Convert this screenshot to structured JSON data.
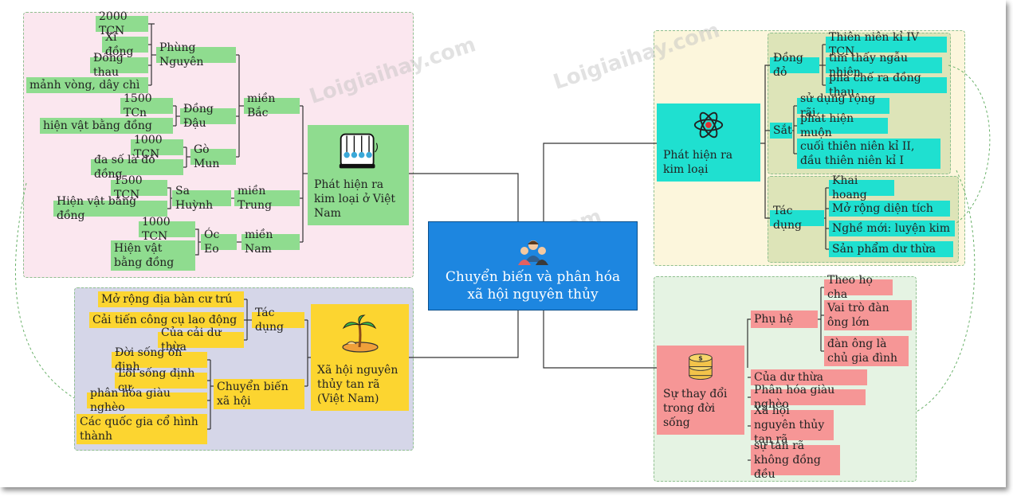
{
  "central": {
    "label": "Chuyển biến và phân hóa xã hội nguyên thủy",
    "icon": "people-icon"
  },
  "watermarks": [
    "Loigiaihay.com",
    "Loigiaihay.com",
    "Loigiaihay.com"
  ],
  "colors": {
    "green": "#8fdc8f",
    "yellow": "#fcd530",
    "cyan": "#1fe0d0",
    "pink": "#f69696",
    "central": "#1d86e0"
  },
  "metal_vn": {
    "label": "Phát hiện ra kim loại ở Việt Nam",
    "icon": "newton-cradle-icon",
    "mien_bac": {
      "label": "miền Bắc",
      "phung_nguyen": {
        "label": "Phùng Nguyên",
        "items": [
          "2000 TCN",
          "Xỉ đồng",
          "Đồng thau",
          "mảnh vòng, dây chì"
        ]
      },
      "dong_dau": {
        "label": "Đồng Đậu",
        "items": [
          "1500 TCn",
          "hiện vật bằng đồng"
        ]
      },
      "go_mun": {
        "label": "Gò Mun",
        "items": [
          "1000 TCN",
          "đa số là đồ đồng"
        ]
      }
    },
    "mien_trung": {
      "label": "miền Trung",
      "sa_huynh": {
        "label": "Sa Huỳnh",
        "items": [
          "1500 TCN",
          "Hiện vật bằng đồng"
        ]
      }
    },
    "mien_nam": {
      "label": "miền Nam",
      "oc_eo": {
        "label": "Óc Eo",
        "items": [
          "1000 TCN",
          "Hiện vật bằng đồng"
        ]
      }
    }
  },
  "society_vn": {
    "label": "Xã hội nguyên thủy tan rã (Việt Nam)",
    "icon": "island-icon",
    "tac_dung": {
      "label": "Tác dụng",
      "items": [
        "Mở rộng địa bàn cư trú",
        "Cải tiến công cụ lao động",
        "Của cải dư thừa"
      ]
    },
    "chuyen_bien": {
      "label": "Chuyển biến xã hội",
      "items": [
        "Đời sống ổn định",
        "Lối sống định cư",
        "phân hóa giàu nghèo",
        "Các quốc gia cổ hình thành"
      ]
    }
  },
  "metal": {
    "label": "Phát hiện ra kim loại",
    "icon": "atom-icon",
    "dong_do": {
      "label": "Đồng đỏ",
      "items": [
        "Thiên niên kỉ IV TCN",
        "tìm thấy ngẫu nhiên",
        "pha chế ra đồng thau"
      ]
    },
    "sat": {
      "label": "Sắt",
      "items": [
        "sử dụng rộng rãi",
        "phát hiện muộn",
        "cuối thiên niên kỉ II, đầu thiên niên kỉ I"
      ]
    },
    "tac_dung": {
      "label": "Tác dụng",
      "items": [
        "Khai hoang",
        "Mở rộng diện tích",
        "Nghề mới: luyện kim",
        "Sản phẩm dư thừa"
      ]
    }
  },
  "life": {
    "label": "Sự thay đổi trong đời sống",
    "icon": "coins-icon",
    "phu_he": {
      "label": "Phụ hệ",
      "items": [
        "Theo họ cha",
        "Vai trò đàn ông lớn",
        "đàn ông là chủ gia đình"
      ]
    },
    "others": [
      "Của dư thừa",
      "Phân hóa giàu nghèo",
      "Xã hội nguyên thủy tan rã",
      "sự tan rã không đồng đều"
    ]
  }
}
